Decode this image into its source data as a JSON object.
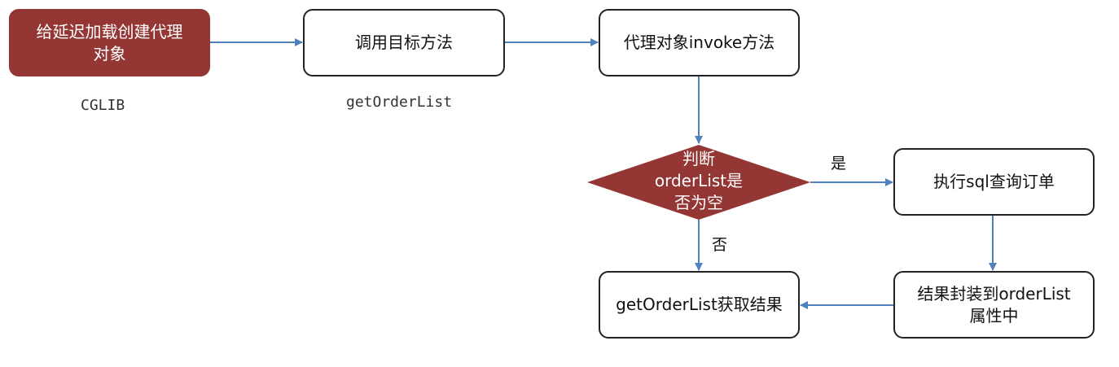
{
  "nodes": {
    "start": {
      "line1": "给延迟加载创建代理",
      "line2": "对象"
    },
    "call_method": "调用目标方法",
    "proxy_invoke": "代理对象invoke方法",
    "decision": {
      "line1": "判断",
      "line2": "orderList是",
      "line3": "否为空"
    },
    "exec_sql": "执行sql查询订单",
    "wrap_result": {
      "line1": "结果封装到orderList",
      "line2": "属性中"
    },
    "get_result": "getOrderList获取结果"
  },
  "annotations": {
    "cglib": "CGLIB",
    "get_order_list": "getOrderList"
  },
  "edge_labels": {
    "yes": "是",
    "no": "否"
  },
  "colors": {
    "accent": "#943634",
    "arrow": "#4F81BD"
  }
}
